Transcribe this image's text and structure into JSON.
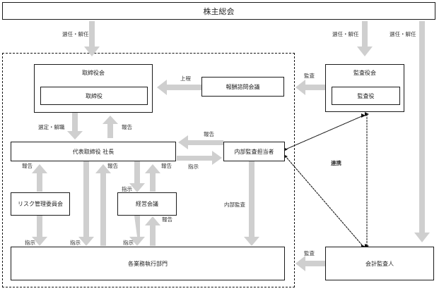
{
  "boxes": {
    "shareholders": "株主総会",
    "board_outer": "取締役会",
    "board_inner": "取締役",
    "compensation": "報酬諮問会議",
    "auditors_outer": "監査役会",
    "auditors_inner": "監査役",
    "ceo": "代表取締役 社長",
    "internal_audit_officer": "内部監査担当者",
    "risk_committee": "リスク管理委員会",
    "management_meeting": "経営会議",
    "business_units": "各業務執行部門",
    "accounting_auditor": "会計監査人"
  },
  "labels": {
    "elect_1": "選任・解任",
    "elect_2": "選任・解任",
    "elect_3": "選任・解任",
    "report_up": "上程",
    "audit_board": "監査",
    "appoint": "選定・解職",
    "report_board": "報告",
    "report_ia": "報告",
    "instruct_ia": "指示",
    "cooperation": "連携",
    "report_risk": "報告",
    "report_units": "報告",
    "report_mgmt": "報告",
    "instruct_mgmt": "指示",
    "report_mgmt2": "報告",
    "internal_audit": "内部監査",
    "instruct_risk": "指示",
    "instruct_units": "指示",
    "instruct_units2": "指示",
    "audit_units": "監査"
  },
  "colors": {
    "arrow": "#cfcfcf",
    "border": "#1a1a1a"
  }
}
